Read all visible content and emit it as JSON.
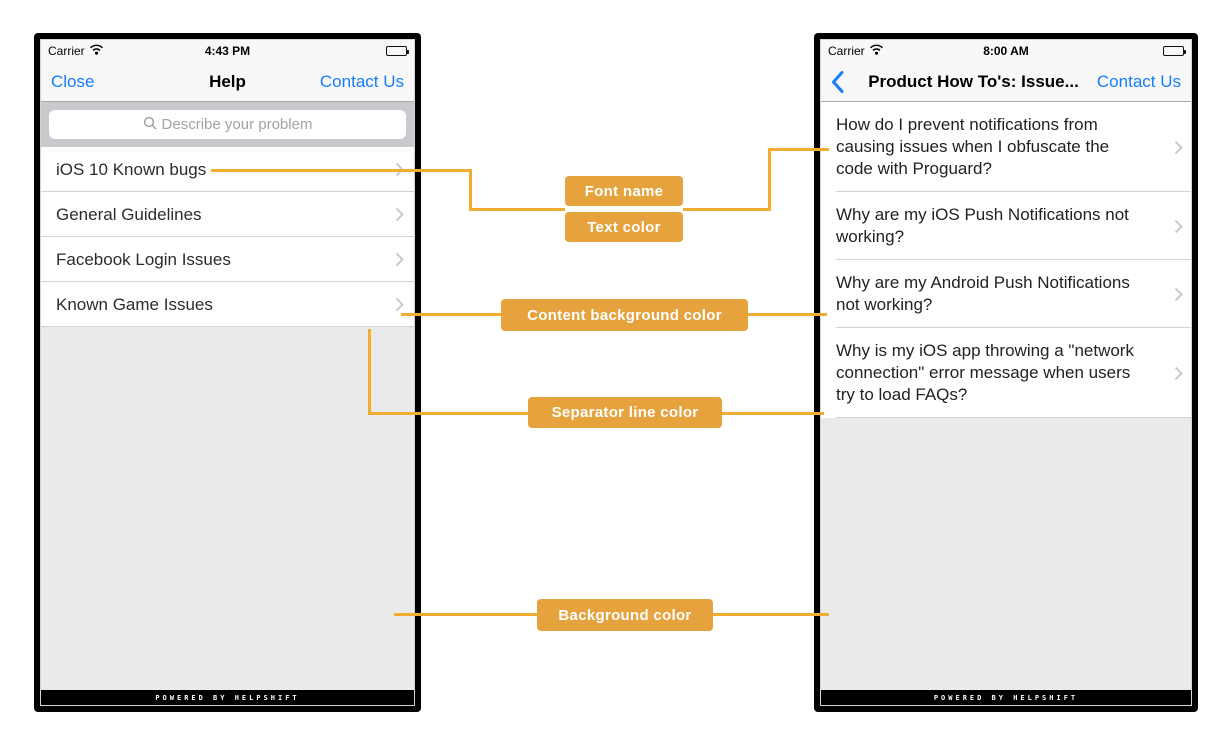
{
  "annotations": {
    "font_name": "Font name",
    "text_color": "Text color",
    "content_background": "Content background color",
    "separator_line": "Separator line color",
    "background": "Background color"
  },
  "colors": {
    "annotation_button": "#e6a23c",
    "annotation_line": "#efae33",
    "ios_blue": "#157efb",
    "content_background": "#ffffff",
    "screen_background": "#eaeaea",
    "separator": "#d2d2d6",
    "navbar_background": "#f8f8f8",
    "search_bar_background": "#c9c9ce",
    "row_text": "#2c2c2e"
  },
  "left_phone": {
    "status": {
      "carrier": "Carrier",
      "time": "4:43 PM"
    },
    "nav": {
      "close": "Close",
      "title": "Help",
      "contact": "Contact Us"
    },
    "search": {
      "placeholder": "Describe your problem"
    },
    "rows": [
      {
        "label": "iOS 10 Known bugs"
      },
      {
        "label": "General Guidelines"
      },
      {
        "label": "Facebook Login Issues"
      },
      {
        "label": "Known Game Issues"
      }
    ],
    "footer": "POWERED BY HELPSHIFT"
  },
  "right_phone": {
    "status": {
      "carrier": "Carrier",
      "time": "8:00 AM"
    },
    "nav": {
      "title": "Product How To's: Issue...",
      "contact": "Contact Us"
    },
    "rows": [
      {
        "label": "How do I prevent notifications from causing issues when I obfuscate the code with Proguard?"
      },
      {
        "label": "Why are my iOS Push Notifications not working?"
      },
      {
        "label": "Why are my Android Push Notifications not working?"
      },
      {
        "label": "Why is my iOS app throwing a \"network connection\" error message when users try to load FAQs?"
      }
    ],
    "footer": "POWERED BY HELPSHIFT"
  }
}
